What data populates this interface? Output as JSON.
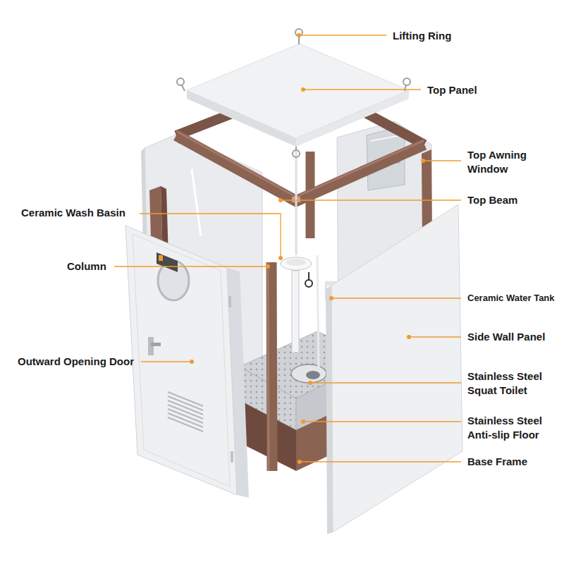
{
  "diagram": {
    "labels": [
      "Lifting Ring",
      "Top Panel",
      "Top Awning Window",
      "Top Beam",
      "Ceramic Wash Basin",
      "Column",
      "Ceramic Water Tank",
      "Outward Opening Door",
      "Side Wall Panel",
      "Stainless Steel Squat Toilet",
      "Stainless Steel Anti-slip Floor",
      "Base Frame"
    ]
  }
}
